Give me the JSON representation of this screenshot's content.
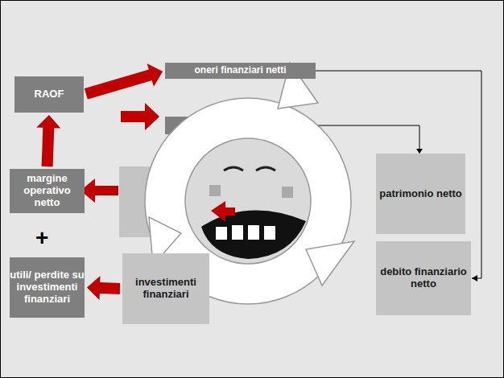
{
  "diagram": {
    "nodes": [
      {
        "text": [
          "RAOF"
        ]
      },
      {
        "text": [
          "oneri finanziari netti"
        ]
      },
      {
        "text": [
          "margine operativo netto"
        ]
      },
      {
        "text": [
          "patrimonio netto"
        ]
      },
      {
        "text": [
          "utili/ perdite su investimenti finanziari"
        ]
      },
      {
        "text": [
          "investimenti finanziari"
        ]
      },
      {
        "text": [
          "debito finanziario netto"
        ]
      }
    ],
    "edges": [
      {
        "from": 2,
        "to": 0,
        "arrow": "to"
      },
      {
        "from": 0,
        "to": 1,
        "arrow": "to"
      },
      {
        "from": 5,
        "to": 4,
        "arrow": "to"
      },
      {
        "from": 1,
        "to": 6,
        "arrow": "to"
      }
    ],
    "labels": [
      "+"
    ]
  }
}
